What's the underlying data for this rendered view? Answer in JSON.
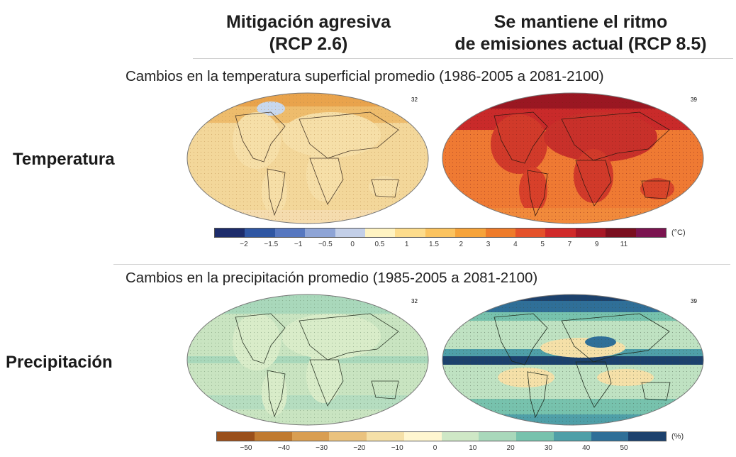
{
  "columns": {
    "left": {
      "line1": "Mitigación agresiva",
      "line2": "(RCP 2.6)"
    },
    "right": {
      "line1": "Se mantiene el ritmo",
      "line2": "de emisiones actual (RCP 8.5)"
    }
  },
  "rows": {
    "temperature": "Temperatura",
    "precipitation": "Precipitación"
  },
  "temperature_section": {
    "title": "Cambios en la temperatura superficial promedio (1986-2005 a 2081-2100)",
    "left_map_number": "32",
    "right_map_number": "39",
    "scale": {
      "ticks": [
        "−2",
        "−1.5",
        "−1",
        "−0.5",
        "0",
        "0.5",
        "1",
        "1.5",
        "2",
        "3",
        "4",
        "5",
        "7",
        "9",
        "11"
      ],
      "unit": "(°C)",
      "colors": [
        "#1d2c6b",
        "#2f56a3",
        "#5677c0",
        "#8ea4d6",
        "#c3cfe8",
        "#fff3c2",
        "#fddc8c",
        "#fbc35f",
        "#f6a33a",
        "#ee7b2a",
        "#e4512a",
        "#d02a2a",
        "#a81826",
        "#7a0f1f",
        "#7b1450"
      ]
    }
  },
  "precipitation_section": {
    "title": "Cambios en la precipitación promedio (1985-2005 a 2081-2100)",
    "left_map_number": "32",
    "right_map_number": "39",
    "scale": {
      "ticks": [
        "−50",
        "−40",
        "−30",
        "−20",
        "−10",
        "0",
        "10",
        "20",
        "30",
        "40",
        "50"
      ],
      "unit": "(%)",
      "colors": [
        "#9a4f1a",
        "#c07a30",
        "#d99e52",
        "#eac27e",
        "#f5e0a8",
        "#fff6d0",
        "#cfe8c6",
        "#a9d8bb",
        "#77c2ad",
        "#4f9fa8",
        "#2f6f98",
        "#1c416d"
      ]
    }
  }
}
